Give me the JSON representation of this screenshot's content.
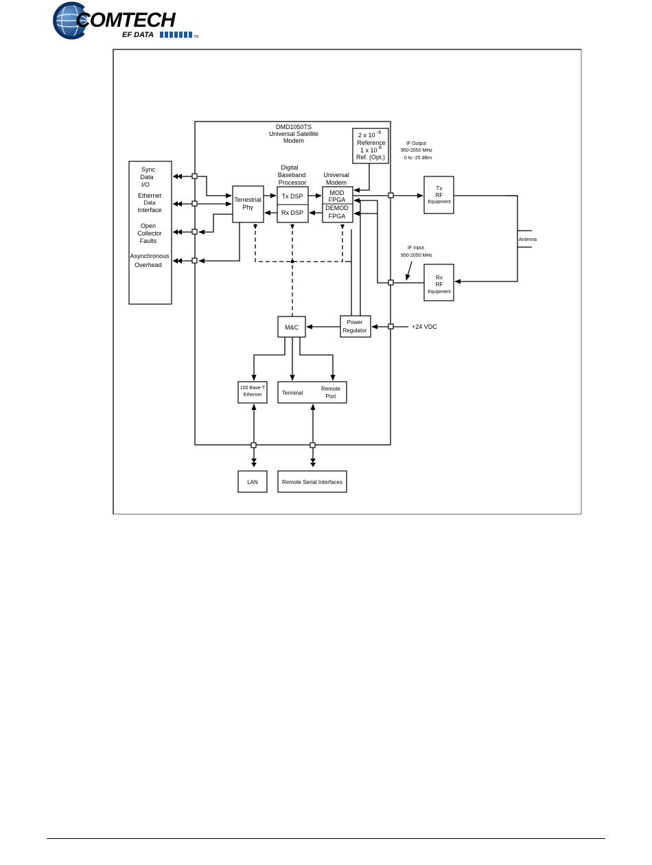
{
  "logo": {
    "brand": "COMTECH",
    "subbrand": "EF DATA",
    "trademark": "TM",
    "accent_color": "#1e5aa0"
  },
  "diagram": {
    "device_title": [
      "DMD1050TS",
      "Universal Satellite",
      "Modem"
    ],
    "interfaces_box": [
      "Sync",
      "Data",
      "I/O",
      "Ethernet",
      "Data",
      "Interface",
      "Open",
      "Collector",
      "Faults",
      "Asynchronous",
      "Overhead"
    ],
    "terrestrial_phy": [
      "Terrestrial",
      "Phy"
    ],
    "dbp_label": [
      "Digital",
      "Baseband",
      "Processor"
    ],
    "tx_dsp": "Tx DSP",
    "rx_dsp": "Rx DSP",
    "universal_modem_label": [
      "Universal",
      "Modem"
    ],
    "mod_fpga": [
      "MOD",
      "FPGA"
    ],
    "demod_fpga": [
      "DEMOD",
      "FPGA"
    ],
    "reference": {
      "line1_base": "2 x 10",
      "line1_exp": "-6",
      "line2": "Reference",
      "line3_base": "1 x 10",
      "line3_exp": "8",
      "line4": "Ref. (Opt.)"
    },
    "if_output": [
      "IF Output",
      "950-2050 MHz",
      "0 to -25 dBm"
    ],
    "if_input": [
      "IF Input",
      "950-2050 MHz"
    ],
    "tx_rf": [
      "Tx",
      "RF",
      "Equipment"
    ],
    "rx_rf": [
      "Rx",
      "RF",
      "Equipment"
    ],
    "antenna": "Antenna",
    "mc": "M&C",
    "power_regulator": [
      "Power",
      "Regulator"
    ],
    "power_input": "+24 VDC",
    "ethernet_100": [
      "100 Base-T",
      "Ethernet"
    ],
    "terminal": "Terminal",
    "remote_port": [
      "Remote",
      "Port"
    ],
    "lan": "LAN",
    "remote_serial": "Remote Serial Interfaces"
  }
}
